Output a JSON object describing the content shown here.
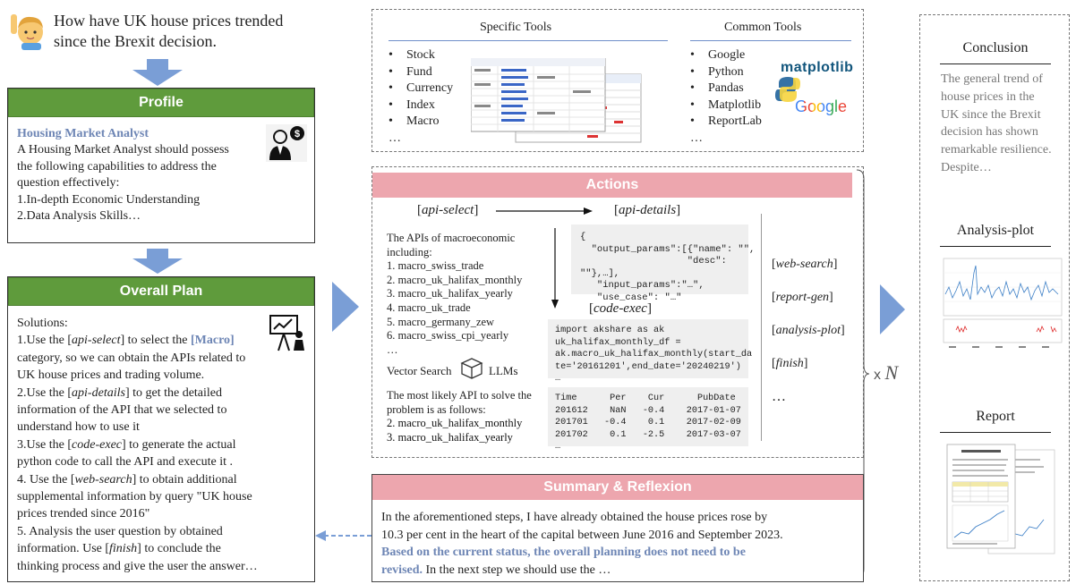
{
  "question": {
    "line1": "How have UK house prices trended",
    "line2": "since the Brexit decision."
  },
  "profile": {
    "header": "Profile",
    "role": "Housing Market Analyst",
    "lines": [
      "A Housing Market Analyst should possess",
      "the following capabilities to address the",
      "question effectively:",
      "1.In-depth Economic Understanding",
      "2.Data Analysis Skills…"
    ]
  },
  "plan": {
    "header": "Overall Plan",
    "solutions": "Solutions:",
    "s1a": "1.Use the [",
    "s1b": "api-select",
    "s1c": "]  to select the ",
    "s1d": "[Macro]",
    "s1e": "category, so we can obtain the  APIs related to",
    "s1f": "UK house prices and trading volume.",
    "s2a": "2.Use the [",
    "s2b": "api-details",
    "s2c": "]  to get the detailed",
    "s2d": "information of the API that we selected to",
    "s2e": "understand how to use it",
    "s3a": "3.Use the [",
    "s3b": "code-exec",
    "s3c": "] to generate the actual",
    "s3d": "python code to call the API and execute it .",
    "s4a": "4. Use the [",
    "s4b": "web-search",
    "s4c": "] to obtain additional",
    "s4d": "supplemental information by query \"UK house",
    "s4e": "prices trended since 2016\"",
    "s5a": "5. Analysis the user question by  obtained",
    "s5b": "information. Use [",
    "s5c": "finish",
    "s5d": "] to conclude the",
    "s5e": "thinking process and give the user the answer…"
  },
  "tools": {
    "specific_title": "Specific Tools",
    "specific": [
      "Stock",
      "Fund",
      "Currency",
      "Index",
      "Macro"
    ],
    "common_title": "Common Tools",
    "common": [
      "Google",
      "Python",
      "Pandas",
      "Matplotlib",
      "ReportLab"
    ],
    "ellipsis": "…",
    "logo_matplotlib": "matplotlib",
    "logo_google": "Google"
  },
  "actions": {
    "header": "Actions",
    "api_select": "api-select",
    "api_details": "api-details",
    "code_exec": "code-exec",
    "macro_intro": [
      "The APIs of macroeconomic",
      "including:"
    ],
    "macro_list": [
      "1. macro_swiss_trade",
      "2. macro_uk_halifax_monthly",
      "3. macro_uk_halifax_yearly",
      "4. macro_uk_trade",
      "5. macro_germany_zew",
      "6. macro_swiss_cpi_yearly",
      "…"
    ],
    "vector_search": "Vector Search",
    "llms": "LLMs",
    "likely": [
      "The most likely API to solve the",
      "problem is as follows:"
    ],
    "likely_list": [
      "2. macro_uk_halifax_monthly",
      "3. macro_uk_halifax_yearly"
    ],
    "json_code": "{\n  \"output_params\":[{\"name\": \"\",\n                   \"desc\":\n\"\"},…],\n   \"input_params\":\"…\",\n   \"use_case\": \"…\"",
    "py_code": "import akshare as ak\nuk_halifax_monthly_df =\nak.macro_uk_halifax_monthly(start_da\nte='20161201',end_date='20240219')\n…",
    "table_code": "Time      Per    Cur      PubDate\n201612    NaN   -0.4    2017-01-07\n201701   -0.4    0.1    2017-02-09\n201702    0.1   -2.5    2017-03-07\n…",
    "side_tools": [
      "web-search",
      "report-gen",
      "analysis-plot",
      "finish"
    ],
    "side_ellipsis": "…",
    "times_n_x": "x",
    "times_n_n": "N"
  },
  "summary": {
    "header": "Summary & Reflexion",
    "line1": "In the aforementioned steps, I have already obtained the house prices rose by",
    "line2": "10.3 per cent in the heart of the capital between June 2016 and September 2023.",
    "bold1": "Based on the current status, the overall planning does not need to be",
    "bold2": "revised.",
    "tail": " In the next step we should use the …"
  },
  "right": {
    "conclusion_title": "Conclusion",
    "conclusion_lines": [
      "The general trend of",
      "house prices in the",
      "UK since the Brexit",
      "decision has shown",
      "remarkable resilience.",
      "Despite…"
    ],
    "plot_title": "Analysis-plot",
    "report_title": "Report"
  },
  "colors": {
    "green": "#5f9b3c",
    "pink": "#eda6ae",
    "arrow_blue": "#7a9ed6",
    "blue_text": "#6e86b5"
  }
}
